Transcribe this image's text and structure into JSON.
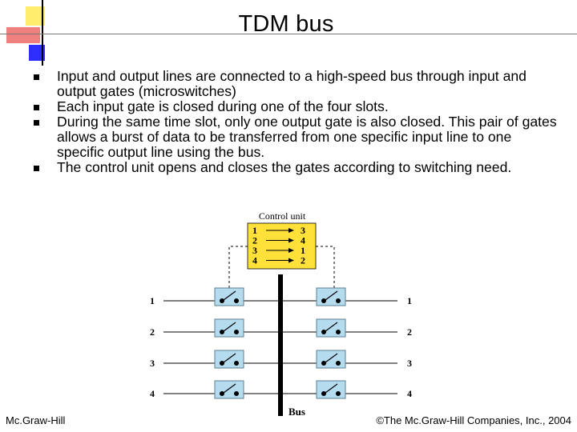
{
  "slide": {
    "title": "TDM bus",
    "bullets": [
      "Input and output lines are connected to a high-speed bus through input and output gates (microswitches)",
      "Each input gate is closed during one of the four slots.",
      "During the same time slot, only one output gate is also closed. This pair of gates allows a burst of data to be transferred from one specific input line to one specific output line using the bus.",
      "The control unit opens and closes the gates according to switching need."
    ],
    "footer_left": "Mc.Graw-Hill",
    "footer_right": "©The Mc.Graw-Hill Companies, Inc., 2004"
  },
  "diagram": {
    "control_unit_label": "Control unit",
    "control_table": [
      {
        "from": "1",
        "to": "3"
      },
      {
        "from": "2",
        "to": "4"
      },
      {
        "from": "3",
        "to": "1"
      },
      {
        "from": "4",
        "to": "2"
      }
    ],
    "input_lines": [
      "1",
      "2",
      "3",
      "4"
    ],
    "output_lines": [
      "1",
      "2",
      "3",
      "4"
    ],
    "bus_label": "Bus",
    "colors": {
      "control_fill": "#ffe13a",
      "gate_fill": "#b5dcee",
      "bus": "#000000",
      "deco_yellow": "#ffef6c",
      "deco_red": "#f08080",
      "deco_blue": "#2d2dff"
    }
  }
}
